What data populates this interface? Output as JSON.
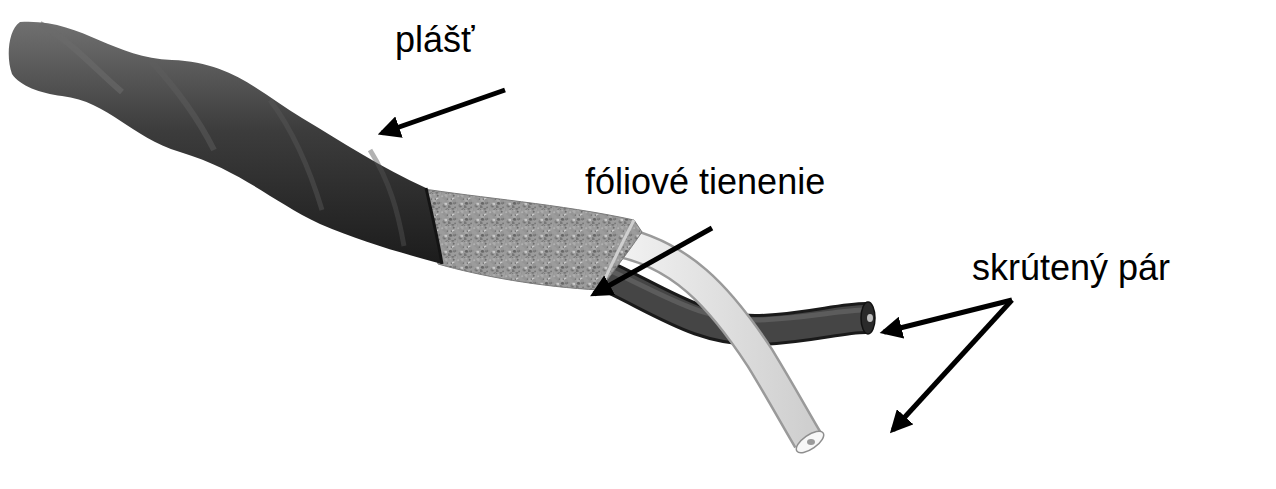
{
  "diagram": {
    "labels": [
      "plášť",
      "fóliové tienenie",
      "skrútený pár"
    ]
  }
}
